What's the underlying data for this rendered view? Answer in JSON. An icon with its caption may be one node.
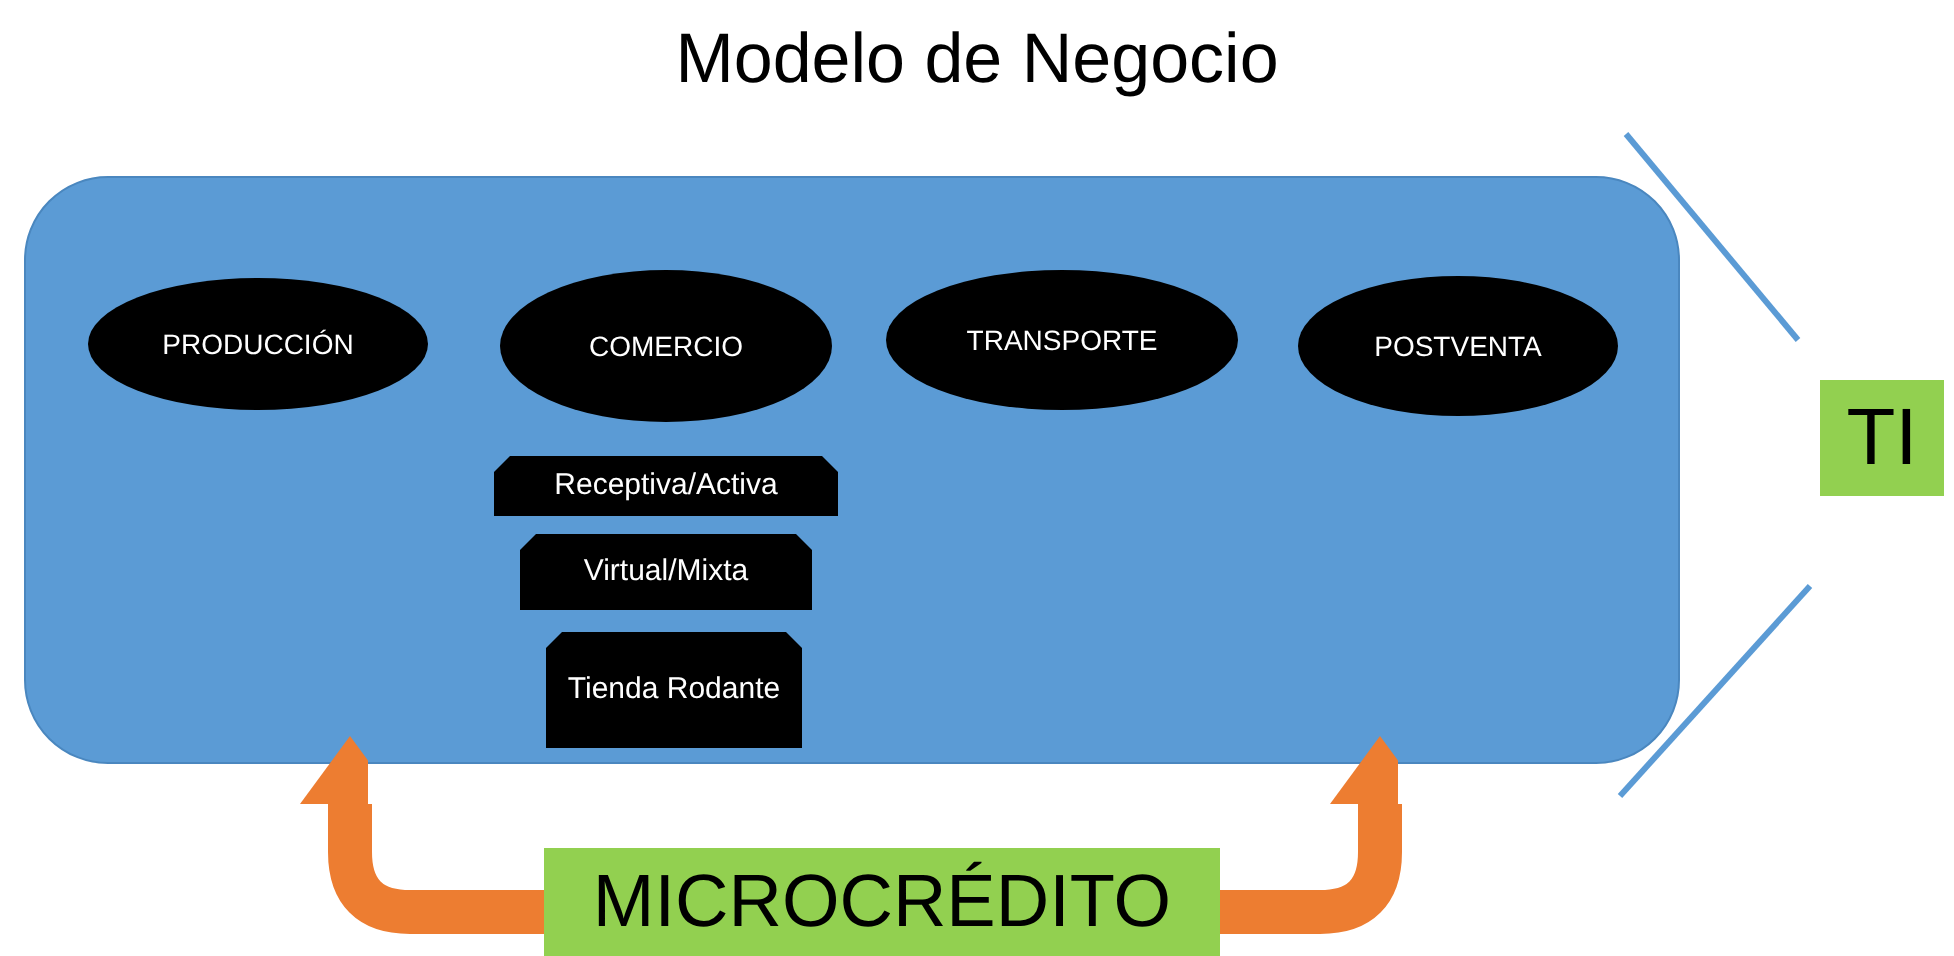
{
  "diagram": {
    "title": "Modelo de Negocio",
    "nodes": [
      {
        "text": [],
        "shape": "box"
      },
      {
        "text": [
          "PRODUCCIÓN"
        ],
        "in": 0
      },
      {
        "text": [
          "COMERCIO"
        ],
        "in": 0
      },
      {
        "text": [
          "TRANSPORTE"
        ],
        "in": 0
      },
      {
        "text": [
          "POSTVENTA"
        ],
        "in": 0
      },
      {
        "text": [
          "Receptiva/Activa"
        ],
        "in": 0
      },
      {
        "text": [
          "Virtual/Mixta"
        ],
        "in": 0
      },
      {
        "text": [
          "Tienda Rodante"
        ],
        "in": 0
      },
      {
        "text": [
          "TI"
        ]
      },
      {
        "text": [
          "MICROCRÉDITO"
        ]
      }
    ],
    "edges": [
      {
        "from": 9,
        "to": 0,
        "arrow": "to"
      },
      {
        "from": 9,
        "to": 0,
        "arrow": "to"
      }
    ]
  }
}
